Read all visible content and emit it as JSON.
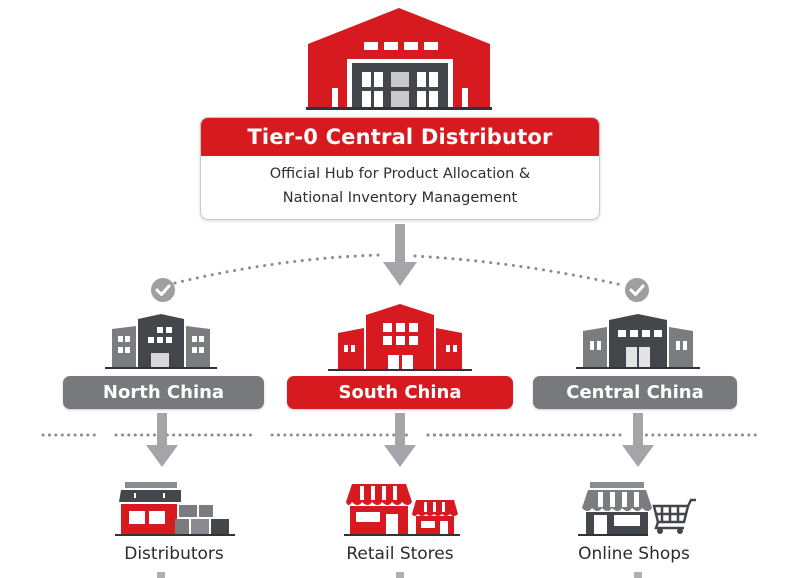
{
  "colors": {
    "brand_red": "#d71920",
    "dark_gray": "#43464b",
    "mid_gray": "#77797c",
    "light_gray": "#a8aaad",
    "arrow_gray": "#a3a5a8"
  },
  "hub": {
    "icon": "warehouse-icon",
    "title": "Tier-0 Central Distributor",
    "subtitle_line1": "Official Hub for Product Allocation &",
    "subtitle_line2": "National Inventory Management"
  },
  "regions": [
    {
      "label": "North China",
      "icon": "office-building-icon",
      "style": "gray",
      "verified": true
    },
    {
      "label": "South China",
      "icon": "office-building-icon",
      "style": "red",
      "verified": false
    },
    {
      "label": "Central China",
      "icon": "office-building-icon",
      "style": "gray",
      "verified": true
    }
  ],
  "outlets": [
    {
      "label": "Distributors",
      "icon": "distribution-store-icon"
    },
    {
      "label": "Retail Stores",
      "icon": "retail-store-icon"
    },
    {
      "label": "Online Shops",
      "icon": "online-shop-cart-icon"
    }
  ]
}
